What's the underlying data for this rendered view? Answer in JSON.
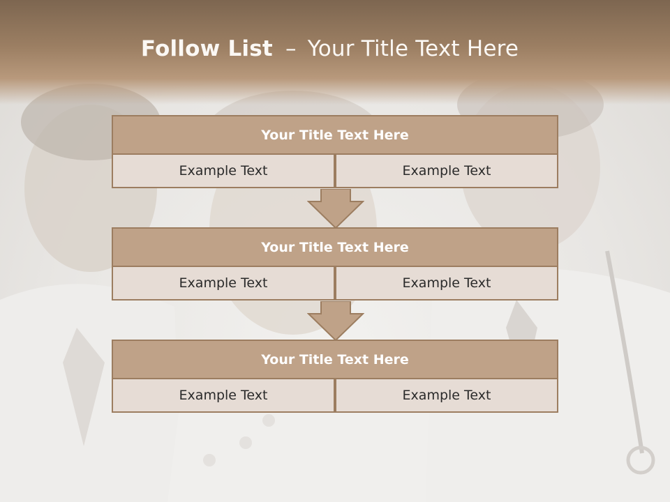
{
  "slide": {
    "title_bold": "Follow List",
    "title_separator": "–",
    "title_rest": "Your Title Text Here"
  },
  "blocks": [
    {
      "title": "Your Title Text Here",
      "left_text": "Example Text",
      "right_text": "Example Text"
    },
    {
      "title": "Your Title Text Here",
      "left_text": "Example Text",
      "right_text": "Example Text"
    },
    {
      "title": "Your Title Text Here",
      "left_text": "Example Text",
      "right_text": "Example Text"
    }
  ],
  "colors": {
    "header": "#9c7f63",
    "block_title_fill": "#bfa288",
    "block_border": "#9c7d60",
    "cell_fill": "#e6dcd5",
    "arrow_fill": "#bfa288"
  },
  "icons": [
    "down-arrow-icon"
  ]
}
